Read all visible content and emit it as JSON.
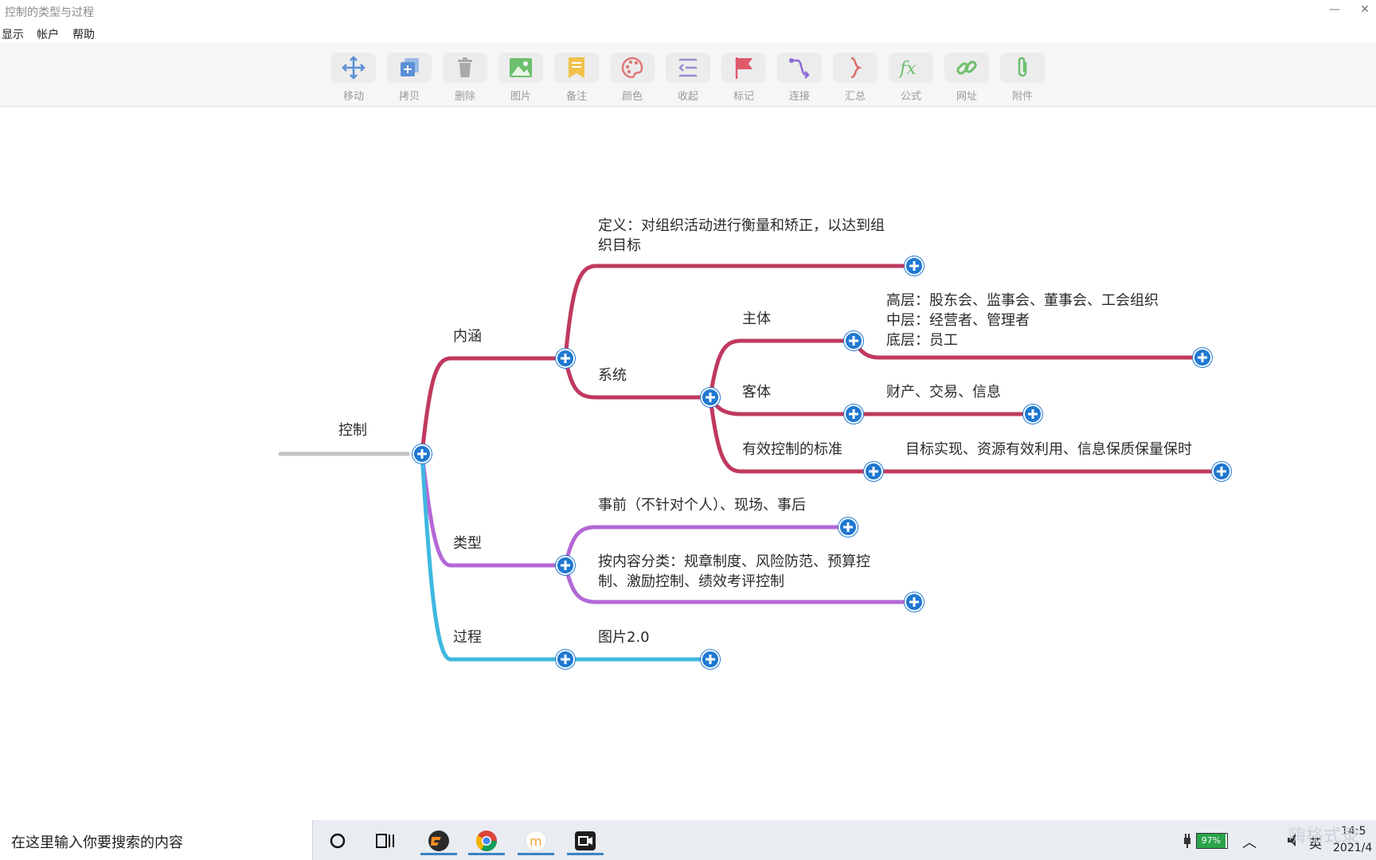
{
  "window": {
    "title": "控制的类型与过程",
    "min_label": "—",
    "close_label": "✕"
  },
  "menu": [
    "显示",
    "帐户",
    "帮助"
  ],
  "toolbar": [
    {
      "label": "移动",
      "icon": "move-icon",
      "color": "#5b8fd6"
    },
    {
      "label": "拷贝",
      "icon": "copy-icon",
      "color": "#5b8fd6"
    },
    {
      "label": "删除",
      "icon": "trash-icon",
      "color": "#aaaaaa"
    },
    {
      "label": "图片",
      "icon": "image-icon",
      "color": "#6cbf6c"
    },
    {
      "label": "备注",
      "icon": "note-icon",
      "color": "#f0c24a"
    },
    {
      "label": "颜色",
      "icon": "palette-icon",
      "color": "#e0787a"
    },
    {
      "label": "收起",
      "icon": "collapse-icon",
      "color": "#9c8bd6"
    },
    {
      "label": "标记",
      "icon": "flag-icon",
      "color": "#e05a6a"
    },
    {
      "label": "连接",
      "icon": "connect-icon",
      "color": "#8a6cd6"
    },
    {
      "label": "汇总",
      "icon": "summary-icon",
      "color": "#e06a6a"
    },
    {
      "label": "公式",
      "icon": "formula-icon",
      "color": "#6cbf6c"
    },
    {
      "label": "网址",
      "icon": "link-icon",
      "color": "#6cbf6c"
    },
    {
      "label": "附件",
      "icon": "attachment-icon",
      "color": "#6cbf6c"
    }
  ],
  "mindmap": {
    "root": "控制",
    "branches": {
      "neihan": "内涵",
      "leixing": "类型",
      "guocheng": "过程"
    },
    "nodes": {
      "definition_line1": "定义：对组织活动进行衡量和矫正，以达到组",
      "definition_line2": "织目标",
      "system": "系统",
      "subject": "主体",
      "subject_detail_1": "高层：股东会、监事会、董事会、工会组织",
      "subject_detail_2": "中层：经营者、管理者",
      "subject_detail_3": "底层：员工",
      "object": "客体",
      "object_detail": "财产、交易、信息",
      "standard": "有效控制的标准",
      "standard_detail": "目标实现、资源有效利用、信息保质保量保时",
      "type_1": "事前（不针对个人）、现场、事后",
      "type_2_line1": "按内容分类：规章制度、风险防范、预算控",
      "type_2_line2": "制、激励控制、绩效考评控制",
      "process_1": "图片2.0"
    },
    "colors": {
      "neihan": "#c0395f",
      "leixing": "#b368d6",
      "guocheng": "#3fb8e0",
      "root_line": "#c2c2c2",
      "expand": "#1f78d1"
    }
  },
  "taskbar": {
    "search_placeholder": "在这里输入你要搜索的内容",
    "battery": "97%",
    "ime": "英",
    "time": "14:5",
    "date": "2021/4",
    "watermark": "嗨格式录"
  }
}
